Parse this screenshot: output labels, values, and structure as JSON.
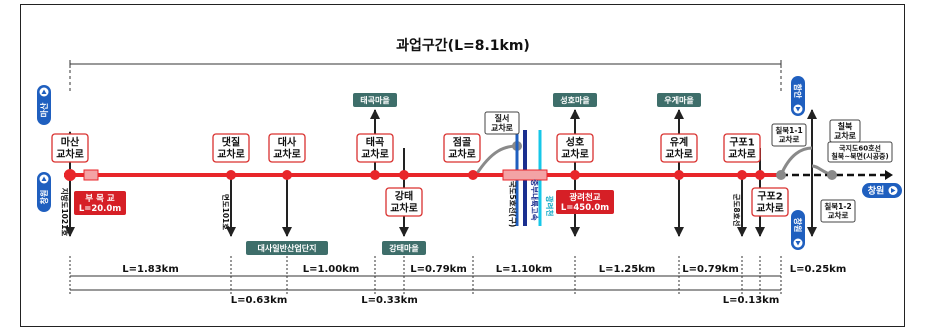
{
  "title": "과업구간(L=8.1km)",
  "colors": {
    "route": "#e8262a",
    "box_border": "#d9312f",
    "village_fill": "#3e6e6a",
    "bridge_fill": "#d61f26",
    "blue": "#1f5fbf",
    "navy": "#1b2f8f",
    "cyan": "#16c7e8",
    "gray": "#8a8a8a"
  },
  "intersections": [
    {
      "id": "masan",
      "label": "마산\n교차로"
    },
    {
      "id": "daetjil",
      "label": "댓질\n교차로"
    },
    {
      "id": "daesa",
      "label": "대사\n교차로"
    },
    {
      "id": "taegok",
      "label": "태곡\n교차로"
    },
    {
      "id": "gangtae",
      "label": "강태\n교차로"
    },
    {
      "id": "jeomgol",
      "label": "점골\n교차로"
    },
    {
      "id": "seongho",
      "label": "성호\n교차로"
    },
    {
      "id": "yugye",
      "label": "유계\n교차로"
    },
    {
      "id": "gupo1",
      "label": "구포1\n교차로"
    },
    {
      "id": "gupo2",
      "label": "구포2\n교차로"
    }
  ],
  "small_boxes": {
    "jilseo": "질서\n교차로",
    "chilbuk1_1": "칠북1-1\n교차로",
    "chilbuk": "칠북\n교차로",
    "chilbuk1_2": "칠북1-2\n교차로",
    "route60": "국지도60호선\n칠북~북면(시공중)"
  },
  "villages": {
    "taegok": "태곡마을",
    "gangtae": "강태마을",
    "daesa": "대사일반산업단지",
    "seongho": "성호마을",
    "ugye": "우게마을"
  },
  "bridges": {
    "bumok_name": "부 목 교",
    "bumok_len": "L=20.0m",
    "gwangryeo_name": "광려천교",
    "gwangryeo_len": "L=450.0m"
  },
  "roads": {
    "r1021": "지방도1021호",
    "r1011": "면도101호",
    "r55": "국도5호선(구)",
    "jungbu": "중부내륙고속",
    "gwangryeo": "광려천",
    "r8": "군도8호선"
  },
  "directions": {
    "left_top": "마산",
    "left_bottom": "창원",
    "right_top": "함안",
    "right_bottom": "창원",
    "right_side": "창원"
  },
  "segments_top": [
    "L=1.83km",
    "L=1.00km",
    "L=0.79km",
    "L=1.10km",
    "L=1.25km",
    "L=0.79km",
    "L=0.25km"
  ],
  "segments_bottom": [
    "L=0.63km",
    "L=0.33km",
    "L=0.13km"
  ]
}
